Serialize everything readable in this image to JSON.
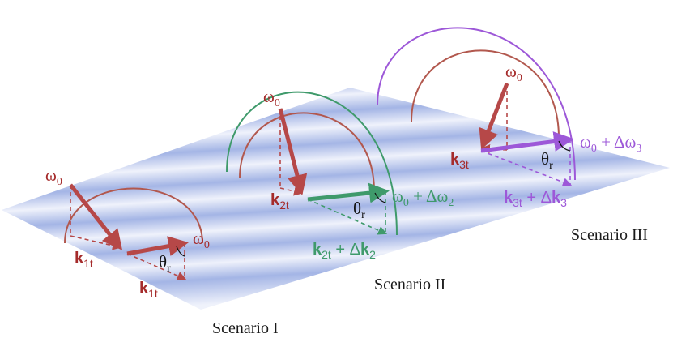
{
  "colors": {
    "red": "#a52b2b",
    "arc_red": "#b2584e",
    "green": "#3f9a6b",
    "purple": "#9d58d8",
    "plane_light": "#eef1fb",
    "plane_stripe": "#8ea3de",
    "text": "#1a1a1a"
  },
  "labels": {
    "s1_omega_left": {
      "sym": "ω",
      "sub": "0"
    },
    "s1_omega_right": {
      "sym": "ω",
      "sub": "0"
    },
    "s1_k_incident": {
      "sym": "k",
      "sub": "1t"
    },
    "s1_k_reflect": {
      "sym": "k",
      "sub": "1t"
    },
    "s1_theta": {
      "sym": "θ",
      "sub": "r"
    },
    "s2_omega": {
      "sym": "ω",
      "sub": "0"
    },
    "s2_k_incident": {
      "sym": "k",
      "sub": "2t"
    },
    "s2_omega_shift": {
      "sym": "ω",
      "sub": "0",
      "rest": " + Δω",
      "sub2": "2"
    },
    "s2_k_shift": {
      "sym": "k",
      "sub": "2t",
      "rest": " + Δ",
      "sym2": "k",
      "sub2": "2"
    },
    "s2_theta": {
      "sym": "θ",
      "sub": "r"
    },
    "s3_omega": {
      "sym": "ω",
      "sub": "0"
    },
    "s3_k_incident": {
      "sym": "k",
      "sub": "3t"
    },
    "s3_omega_shift": {
      "sym": "ω",
      "sub": "0",
      "rest": " + Δω",
      "sub2": "3"
    },
    "s3_k_shift": {
      "sym": "k",
      "sub": "3t",
      "rest": " + Δ",
      "sym2": "k",
      "sub2": "3"
    },
    "s3_theta": {
      "sym": "θ",
      "sub": "r"
    }
  },
  "scenarios": {
    "s1": "Scenario I",
    "s2": "Scenario II",
    "s3": "Scenario III"
  }
}
